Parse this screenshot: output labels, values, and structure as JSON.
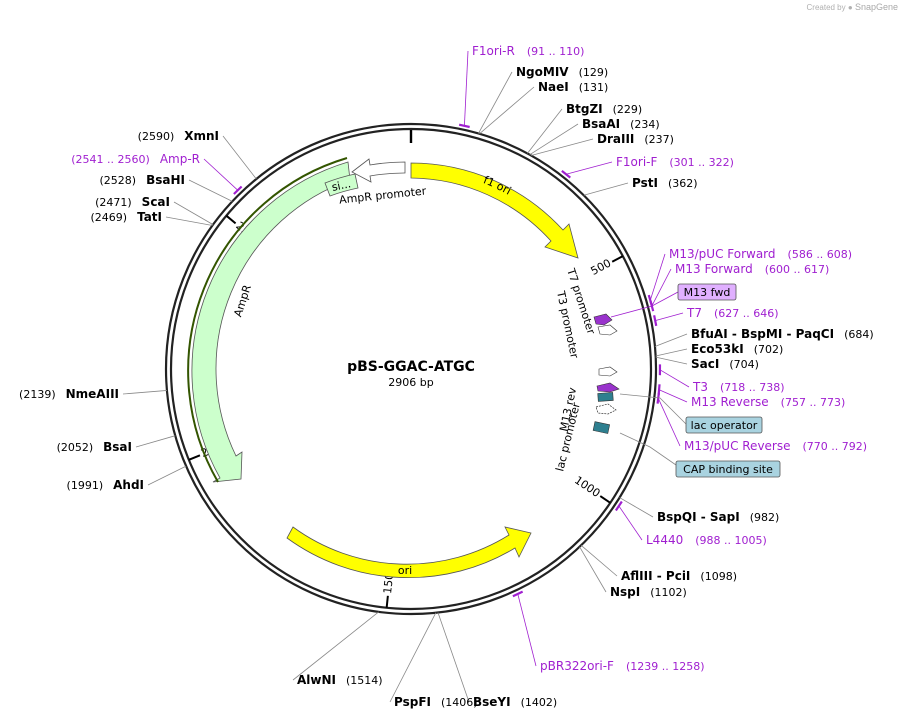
{
  "credit": {
    "prefix": "Created by",
    "brand": "SnapGene"
  },
  "plasmid": {
    "name": "pBS-GGAC-ATGC",
    "size_label": "2906 bp",
    "length": 2906
  },
  "ticks": [
    {
      "label": "500",
      "bp": 500
    },
    {
      "label": "1000",
      "bp": 1000
    },
    {
      "label": "1500",
      "bp": 1500
    },
    {
      "label": "2000",
      "bp": 2000
    },
    {
      "label": "2500",
      "bp": 2500
    }
  ],
  "enzymes": [
    {
      "name": "NgoMIV",
      "pos": "(129)",
      "bp": 129
    },
    {
      "name": "NaeI",
      "pos": "(131)",
      "bp": 131
    },
    {
      "name": "BtgZI",
      "pos": "(229)",
      "bp": 229
    },
    {
      "name": "BsaAI",
      "pos": "(234)",
      "bp": 234
    },
    {
      "name": "DraIII",
      "pos": "(237)",
      "bp": 237
    },
    {
      "name": "PstI",
      "pos": "(362)",
      "bp": 362
    },
    {
      "name": "BfuAI  -  BspMI  -  PaqCI",
      "pos": "(684)",
      "bp": 684
    },
    {
      "name": "Eco53kI",
      "pos": "(702)",
      "bp": 702
    },
    {
      "name": "SacI",
      "pos": "(704)",
      "bp": 704
    },
    {
      "name": "BspQI  -  SapI",
      "pos": "(982)",
      "bp": 982
    },
    {
      "name": "AflIII  -  PciI",
      "pos": "(1098)",
      "bp": 1098
    },
    {
      "name": "NspI",
      "pos": "(1102)",
      "bp": 1102
    },
    {
      "name": "BseYI",
      "pos": "(1402)",
      "bp": 1402
    },
    {
      "name": "PspFI",
      "pos": "(1406)",
      "bp": 1406
    },
    {
      "name": "AlwNI",
      "pos": "(1514)",
      "bp": 1514
    },
    {
      "name": "AhdI",
      "pos": "(1991)",
      "bp": 1991
    },
    {
      "name": "BsaI",
      "pos": "(2052)",
      "bp": 2052
    },
    {
      "name": "NmeAIII",
      "pos": "(2139)",
      "bp": 2139
    },
    {
      "name": "TatI",
      "pos": "(2469)",
      "bp": 2469
    },
    {
      "name": "ScaI",
      "pos": "(2471)",
      "bp": 2471
    },
    {
      "name": "BsaHI",
      "pos": "(2528)",
      "bp": 2528
    },
    {
      "name": "XmnI",
      "pos": "(2590)",
      "bp": 2590
    }
  ],
  "primers": [
    {
      "name": "F1ori-R",
      "range": "(91 .. 110)",
      "bp": 100
    },
    {
      "name": "F1ori-F",
      "range": "(301 .. 322)",
      "bp": 311
    },
    {
      "name": "M13/pUC Forward",
      "range": "(586 .. 608)",
      "bp": 597
    },
    {
      "name": "M13 Forward",
      "range": "(600 .. 617)",
      "bp": 608
    },
    {
      "name": "T7",
      "range": "(627 .. 646)",
      "bp": 636
    },
    {
      "name": "T3",
      "range": "(718 .. 738)",
      "bp": 728
    },
    {
      "name": "M13 Reverse",
      "range": "(757 .. 773)",
      "bp": 765
    },
    {
      "name": "M13/pUC Reverse",
      "range": "(770 .. 792)",
      "bp": 781
    },
    {
      "name": "L4440",
      "range": "(988 .. 1005)",
      "bp": 996
    },
    {
      "name": "pBR322ori-F",
      "range": "(1239 .. 1258)",
      "bp": 1248
    },
    {
      "name": "Amp-R",
      "range": "(2541 .. 2560)",
      "bp": 2550
    }
  ],
  "features": [
    {
      "name": "f1 ori",
      "color": "#ffff00"
    },
    {
      "name": "ori",
      "color": "#ffff00"
    },
    {
      "name": "AmpR",
      "color": "#ccffcc"
    },
    {
      "name": "AmpR promoter",
      "color": "#ffffff"
    },
    {
      "name": "si...",
      "color": "#ccffcc"
    },
    {
      "name": "T7 promoter",
      "color": "#ffffff"
    },
    {
      "name": "T3 promoter",
      "color": "#ffffff"
    },
    {
      "name": "M13 rev",
      "color": "#993399"
    },
    {
      "name": "lac promoter",
      "color": "#ffffff"
    }
  ],
  "boxed_labels": [
    {
      "name": "M13 fwd",
      "color": "#e0b0ff"
    },
    {
      "name": "lac operator",
      "color": "#a9d3e0"
    },
    {
      "name": "CAP binding site",
      "color": "#a9d3e0"
    }
  ],
  "colors": {
    "backbone": "#222222",
    "primer": "#a01fd0",
    "feature_yellow": "#ffff00",
    "feature_green": "#ccffcc",
    "amp_dark": "#335500",
    "small_purple": "#9933cc",
    "small_teal": "#2e7f8f"
  }
}
